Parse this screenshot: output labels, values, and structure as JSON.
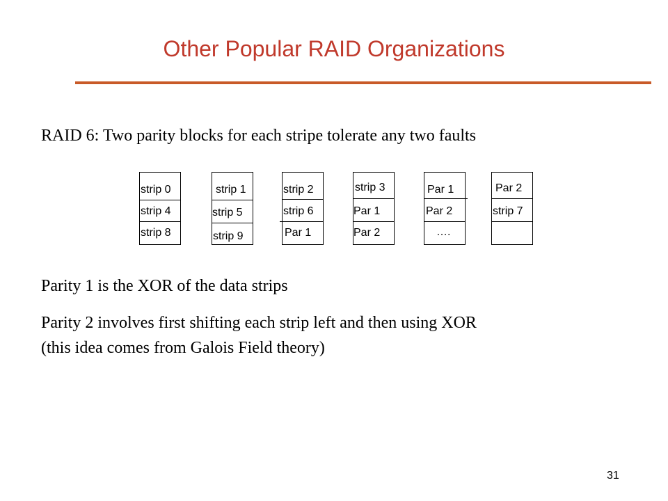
{
  "slide": {
    "title": "Other Popular RAID Organizations",
    "accent_color": "#c0392b",
    "rule_color": "#c85a28",
    "raid6_line": "RAID 6: Two parity blocks for each stripe tolerate any two faults",
    "parity1_line": "Parity 1 is the XOR of the data strips",
    "parity2_line1": "Parity 2 involves first shifting each strip left and then using XOR",
    "parity2_line2": "(this idea comes from Galois Field theory)",
    "page_number": "31"
  },
  "disks": [
    {
      "cells": [
        "strip 0",
        "strip 4",
        "strip 8"
      ]
    },
    {
      "cells": [
        "strip 1",
        "strip 5",
        "strip 9"
      ]
    },
    {
      "cells": [
        "strip 2",
        "strip 6",
        "Par 1"
      ]
    },
    {
      "cells": [
        "strip 3",
        "Par 1",
        "Par 2"
      ]
    },
    {
      "cells": [
        "Par 1",
        "Par 2",
        "…."
      ]
    },
    {
      "cells": [
        "Par 2",
        "strip 7",
        ""
      ]
    }
  ]
}
